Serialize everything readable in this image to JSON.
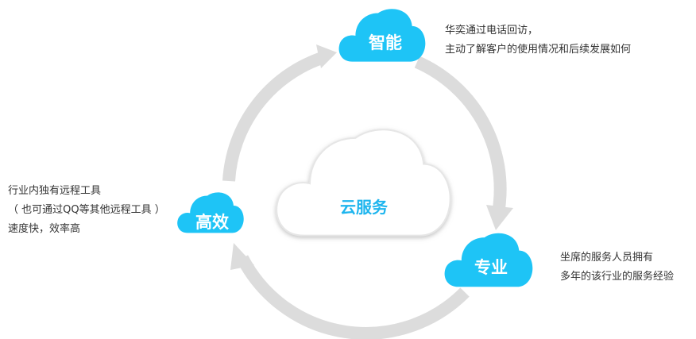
{
  "center": {
    "label": "云服务"
  },
  "nodes": [
    {
      "label": "智能",
      "desc": [
        "华奕通过电话回访，",
        "主动了解客户的使用情况和后续发展如何"
      ]
    },
    {
      "label": "专业",
      "desc": [
        "坐席的服务人员拥有",
        "多年的该行业的服务经验"
      ]
    },
    {
      "label": "高效",
      "desc": [
        "行业内独有远程工具",
        "（ 也可通过QQ等其他远程工具 ）",
        "速度快，效率高"
      ]
    }
  ],
  "colors": {
    "cloud": "#1ec4f6",
    "arrow": "#dcdcdc",
    "center_text": "#1eb5ee"
  }
}
